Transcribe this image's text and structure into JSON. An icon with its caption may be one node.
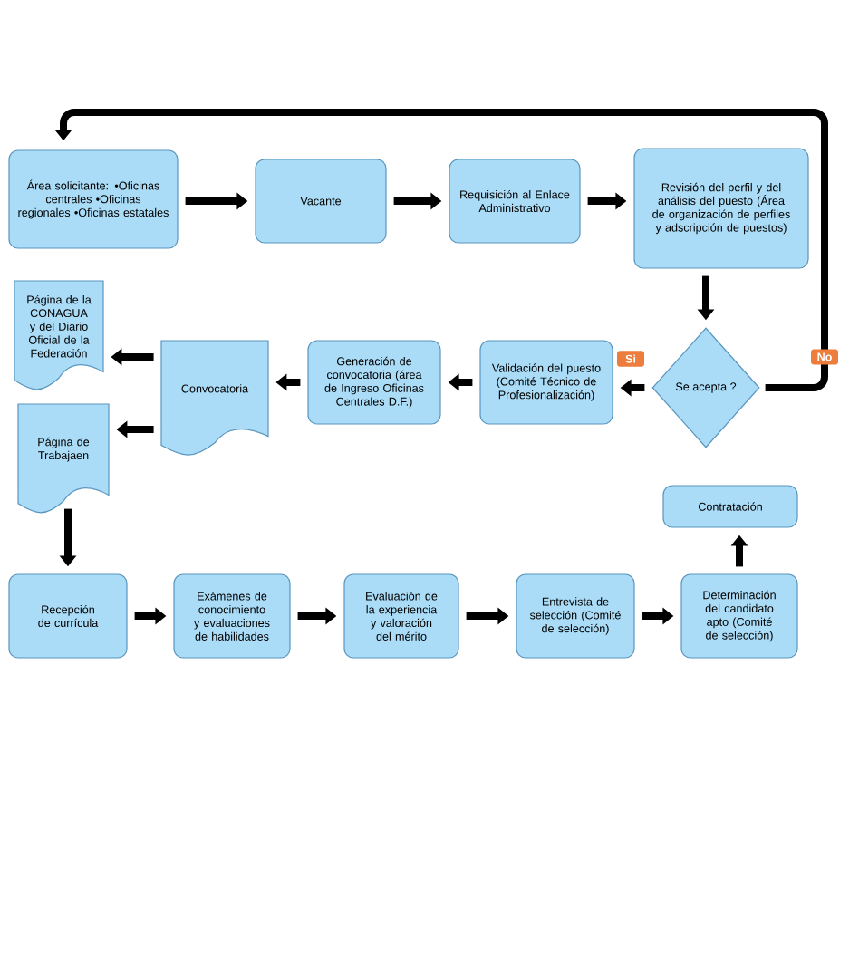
{
  "diagram": {
    "nodes": [
      {
        "text": [
          "Área solicitante: •Oficinas centrales •Oficinas regionales •Oficinas estatales"
        ]
      },
      {
        "text": [
          "Vacante"
        ]
      },
      {
        "text": [
          "Requisición al Enlace Administrativo"
        ]
      },
      {
        "text": [
          "Revisión del perfil y del análisis del puesto (Área de organización de perfiles y adscripción de puestos)"
        ]
      },
      {
        "text": [
          "Se acepta ?"
        ]
      },
      {
        "text": [
          "Validación del puesto (Comité Técnico de Profesionalización)"
        ]
      },
      {
        "text": [
          "Generación de convocatoria (área de Ingreso Oficinas Centrales D.F.)"
        ]
      },
      {
        "text": [
          "Convocatoria"
        ]
      },
      {
        "text": [
          "Página de la CONAGUA y del Diario Oficial de la Federación"
        ]
      },
      {
        "text": [
          "Página de Trabajaen"
        ]
      },
      {
        "text": [
          "Recepción de currícula"
        ]
      },
      {
        "text": [
          "Exámenes de conocimiento y evaluaciones de habilidades"
        ]
      },
      {
        "text": [
          "Evaluación de la experiencia y valoración del mérito"
        ]
      },
      {
        "text": [
          "Entrevista de selección (Comité de selección)"
        ]
      },
      {
        "text": [
          "Determinación del candidato apto (Comité de selección)"
        ]
      },
      {
        "text": [
          "Contratación"
        ]
      }
    ],
    "edges": [
      {
        "from": 0,
        "to": 1,
        "arrow": "to"
      },
      {
        "from": 1,
        "to": 2,
        "arrow": "to"
      },
      {
        "from": 2,
        "to": 3,
        "arrow": "to"
      },
      {
        "from": 3,
        "to": 4,
        "arrow": "to"
      },
      {
        "from": 4,
        "to": 5,
        "arrow": "to",
        "label": "Si"
      },
      {
        "from": 4,
        "to": 0,
        "arrow": "to",
        "label": "No"
      },
      {
        "from": 5,
        "to": 6,
        "arrow": "to"
      },
      {
        "from": 6,
        "to": 7,
        "arrow": "to"
      },
      {
        "from": 7,
        "to": 8,
        "arrow": "to"
      },
      {
        "from": 7,
        "to": 9,
        "arrow": "to"
      },
      {
        "from": 9,
        "to": 10,
        "arrow": "to"
      },
      {
        "from": 10,
        "to": 11,
        "arrow": "to"
      },
      {
        "from": 11,
        "to": 12,
        "arrow": "to"
      },
      {
        "from": 12,
        "to": 13,
        "arrow": "to"
      },
      {
        "from": 13,
        "to": 14,
        "arrow": "to"
      },
      {
        "from": 14,
        "to": 15,
        "arrow": "to"
      }
    ]
  }
}
